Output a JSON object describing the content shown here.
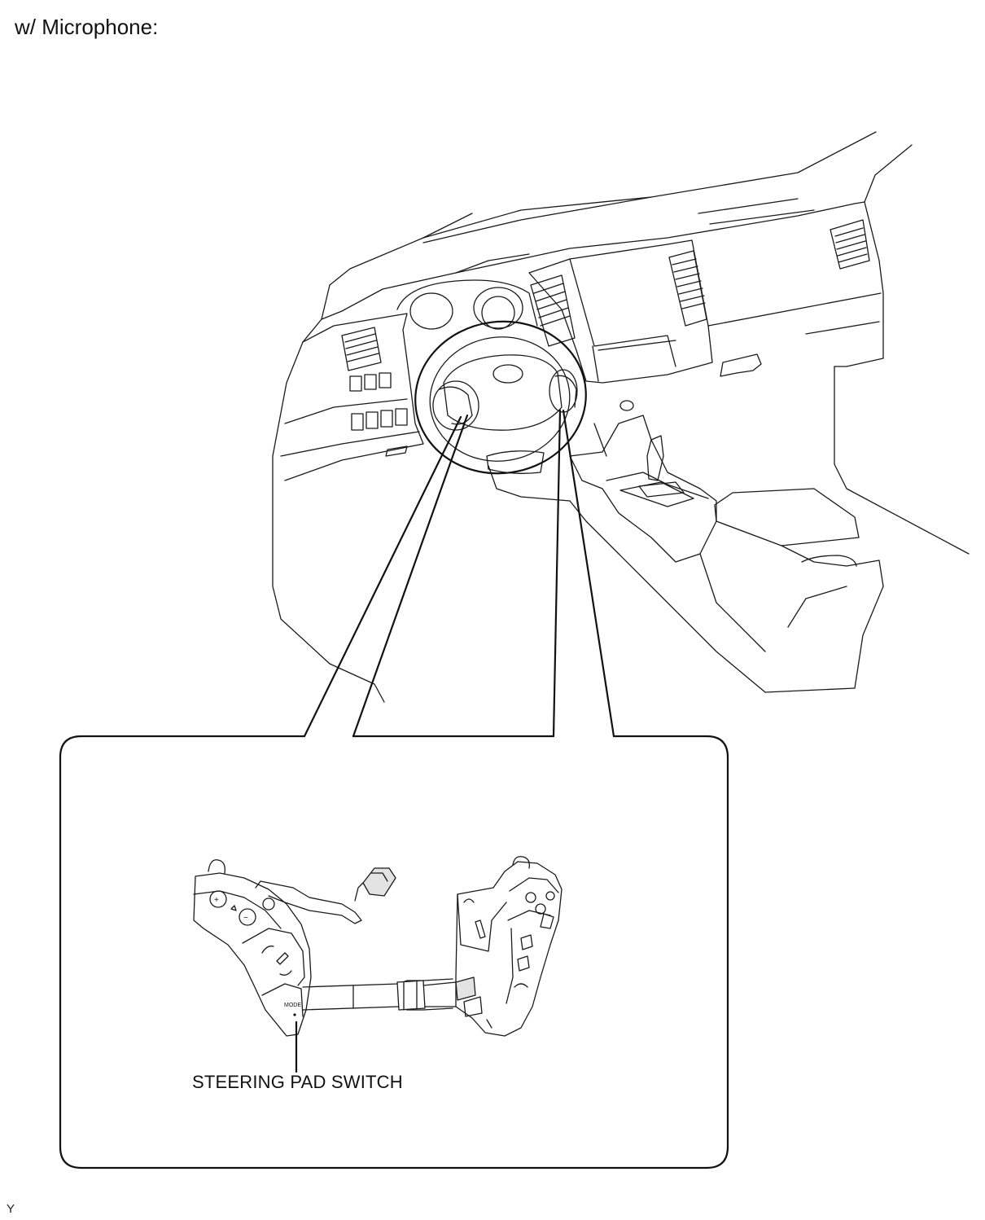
{
  "heading": "w/ Microphone:",
  "callout": {
    "label": "STEERING PAD SWITCH"
  },
  "pad_buttons": {
    "plus": "+",
    "minus": "−",
    "mode": "MODE"
  },
  "footer_code": "Y"
}
